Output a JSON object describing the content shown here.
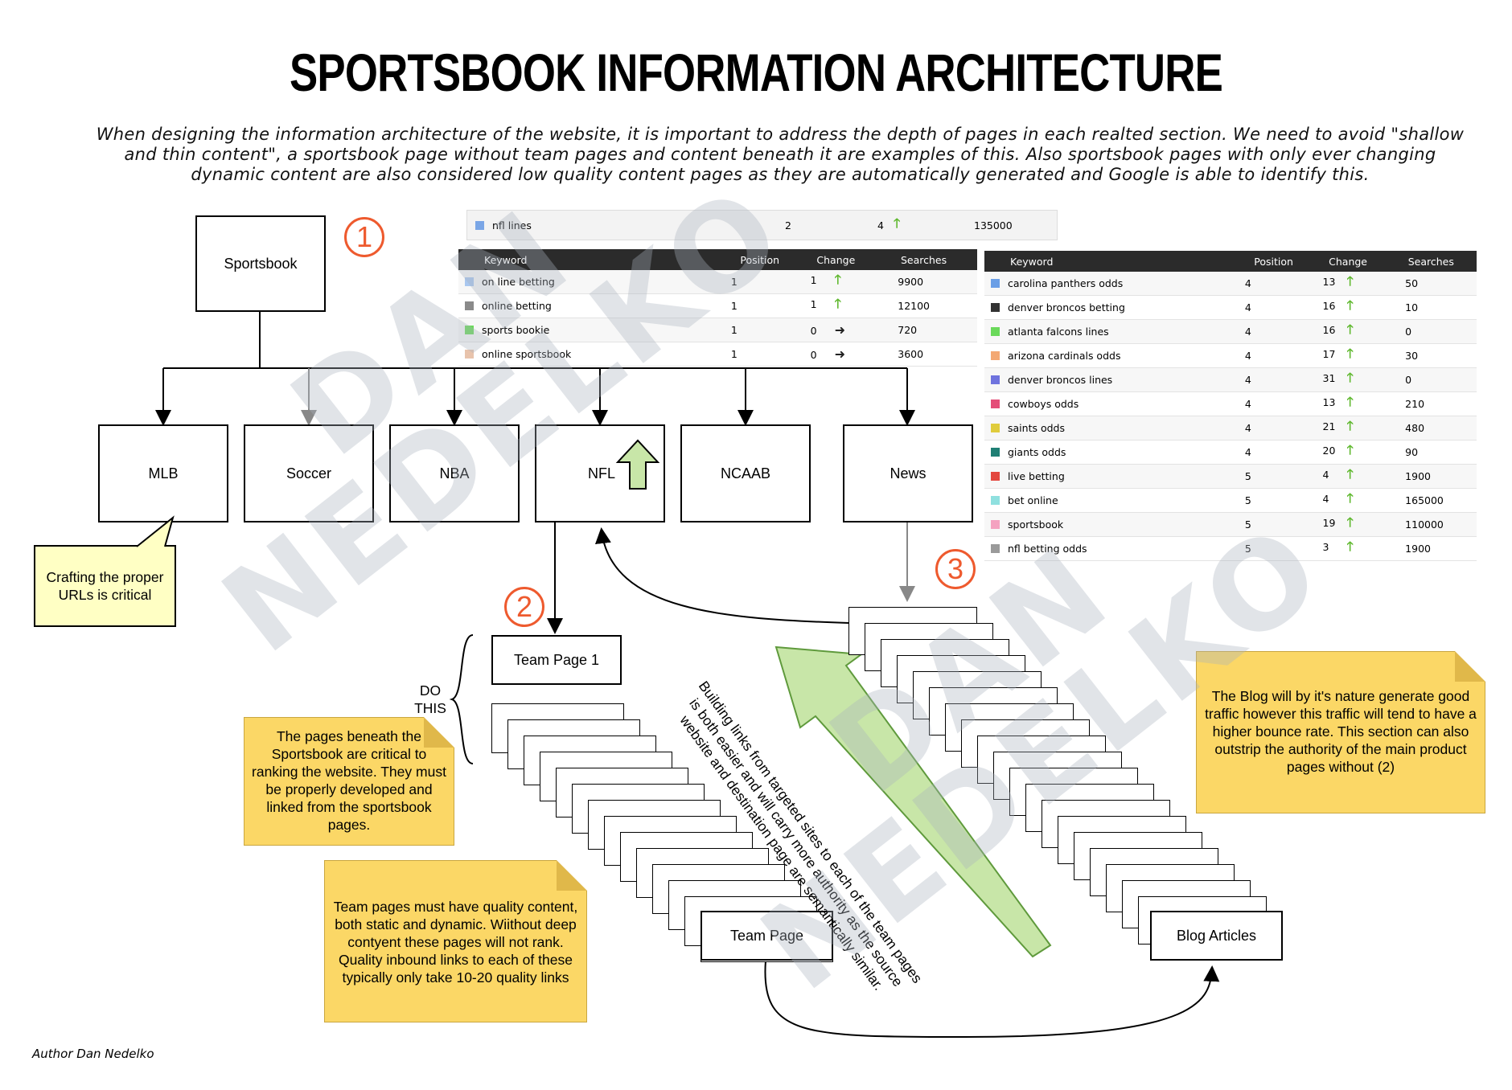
{
  "title": "SPORTSBOOK INFORMATION ARCHITECTURE",
  "intro": "When designing the information architecture of the website, it is important to address the depth of pages in each realted section. We need to avoid \"shallow and thin content\", a sportsbook page without team pages and content beneath it are examples of this. Also sportsbook pages with only ever changing dynamic content are also considered low quality content pages as they are automatically generated and Google is able to identify this.",
  "nodes": {
    "sportsbook": "Sportsbook",
    "mlb": "MLB",
    "soccer": "Soccer",
    "nba": "NBA",
    "nfl": "NFL",
    "ncaab": "NCAAB",
    "news": "News",
    "team_page_1": "Team Page 1",
    "team_page": "Team Page",
    "blog_articles": "Blog Articles"
  },
  "numbers": {
    "n1": "1",
    "n2": "2",
    "n3": "3"
  },
  "do_this": "DO THIS",
  "callout": "Crafting the proper URLs is critical",
  "notes": {
    "pages_beneath": "The pages beneath the Sportsbook are critical to ranking the website. They must be properly developed and linked from the sportsbook pages.",
    "team_pages": "Team pages must have quality content, both static and dynamic. Wiithout deep contyent these pages will not rank. Quality inbound links to each of these typically only take 10-20 quality links",
    "blog": "The Blog will by it's nature generate good traffic however this traffic will tend to have a higher bounce rate. This section can also outstrip the authority of the main product pages without (2)"
  },
  "diagonal_text": "Building links from targeted sites to each of the team pages is both easier and will carry more authority as the source website and destination page are semantically similar.",
  "nfl_lines": {
    "keyword": "nfl lines",
    "position": "2",
    "change": "4",
    "searches": "135000",
    "color": "#7aa6e6"
  },
  "table_left": {
    "headers": [
      "Keyword",
      "Position",
      "Change",
      "Searches"
    ],
    "rows": [
      {
        "keyword": "on line betting",
        "position": "1",
        "change": "1",
        "dir": "up",
        "searches": "9900",
        "color": "#a9c7ef"
      },
      {
        "keyword": "online betting",
        "position": "1",
        "change": "1",
        "dir": "up",
        "searches": "12100",
        "color": "#8a8a8a"
      },
      {
        "keyword": "sports bookie",
        "position": "1",
        "change": "0",
        "dir": "right",
        "searches": "720",
        "color": "#6ad95a"
      },
      {
        "keyword": "online sportsbook",
        "position": "1",
        "change": "0",
        "dir": "right",
        "searches": "3600",
        "color": "#e8c3ac"
      }
    ]
  },
  "table_right": {
    "headers": [
      "Keyword",
      "Position",
      "Change",
      "Searches"
    ],
    "rows": [
      {
        "keyword": "carolina panthers odds",
        "position": "4",
        "change": "13",
        "searches": "50",
        "color": "#6b9fe6"
      },
      {
        "keyword": "denver broncos betting",
        "position": "4",
        "change": "16",
        "searches": "10",
        "color": "#333333"
      },
      {
        "keyword": "atlanta falcons lines",
        "position": "4",
        "change": "16",
        "searches": "0",
        "color": "#6ad95a"
      },
      {
        "keyword": "arizona cardinals odds",
        "position": "4",
        "change": "17",
        "searches": "30",
        "color": "#f3a873"
      },
      {
        "keyword": "denver broncos lines",
        "position": "4",
        "change": "31",
        "searches": "0",
        "color": "#6f73de"
      },
      {
        "keyword": "cowboys odds",
        "position": "4",
        "change": "13",
        "searches": "210",
        "color": "#e44d78"
      },
      {
        "keyword": "saints odds",
        "position": "4",
        "change": "21",
        "searches": "480",
        "color": "#e0cc3c"
      },
      {
        "keyword": "giants odds",
        "position": "4",
        "change": "20",
        "searches": "90",
        "color": "#1f7f74"
      },
      {
        "keyword": "live betting",
        "position": "5",
        "change": "4",
        "searches": "1900",
        "color": "#e3473f"
      },
      {
        "keyword": "bet online",
        "position": "5",
        "change": "4",
        "searches": "165000",
        "color": "#8fe0df"
      },
      {
        "keyword": "sportsbook",
        "position": "5",
        "change": "19",
        "searches": "110000",
        "color": "#f4a2c0"
      },
      {
        "keyword": "nfl betting odds",
        "position": "5",
        "change": "3",
        "searches": "1900",
        "color": "#9a9a9a"
      }
    ]
  },
  "watermark": "DAN NEDELKO",
  "author": "Author  Dan Nedelko"
}
